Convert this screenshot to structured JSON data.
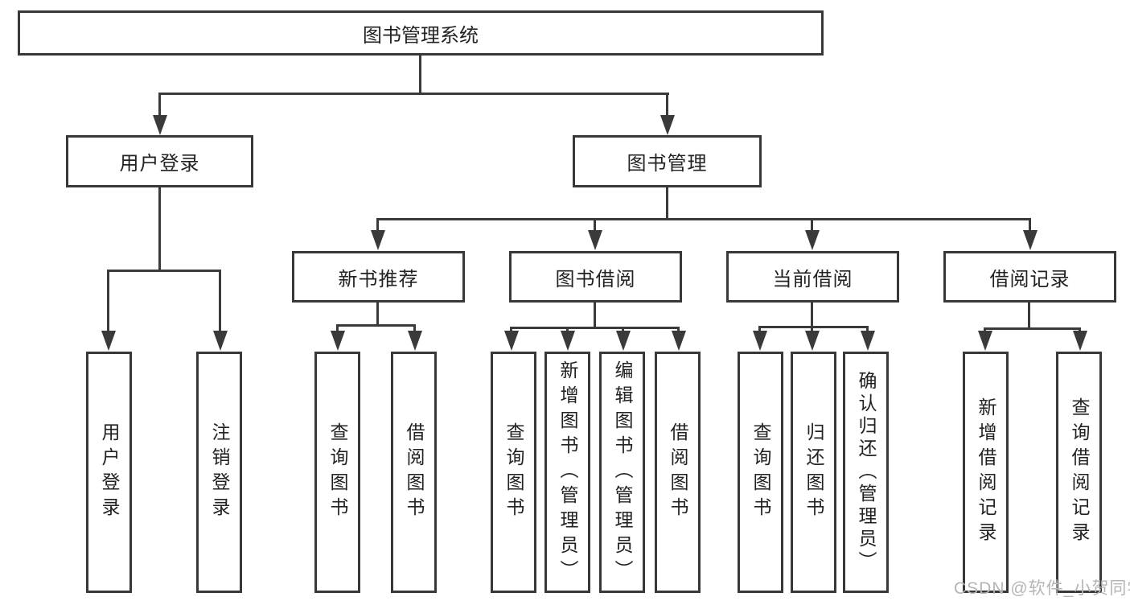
{
  "diagram": {
    "root": {
      "label": "图书管理系统"
    },
    "level2": [
      {
        "label": "用户登录"
      },
      {
        "label": "图书管理"
      }
    ],
    "level3": [
      {
        "label": "新书推荐"
      },
      {
        "label": "图书借阅"
      },
      {
        "label": "当前借阅"
      },
      {
        "label": "借阅记录"
      }
    ],
    "leaves": [
      {
        "label": "用户登录"
      },
      {
        "label": "注销登录"
      },
      {
        "label": "查询图书"
      },
      {
        "label": "借阅图书"
      },
      {
        "label": "查询图书"
      },
      {
        "label": "新增图书（管理员）"
      },
      {
        "label": "编辑图书（管理员）"
      },
      {
        "label": "借阅图书"
      },
      {
        "label": "查询图书"
      },
      {
        "label": "归还图书"
      },
      {
        "label": "确认归还（管理员）"
      },
      {
        "label": "新增借阅记录"
      },
      {
        "label": "查询借阅记录"
      }
    ]
  },
  "watermark": {
    "text": "CSDN @软件_小贺同学"
  },
  "colors": {
    "line": "#3a3a3a",
    "border": "#383838",
    "text": "#222222",
    "watermark": "#b5b5b5",
    "background": "#ffffff"
  }
}
